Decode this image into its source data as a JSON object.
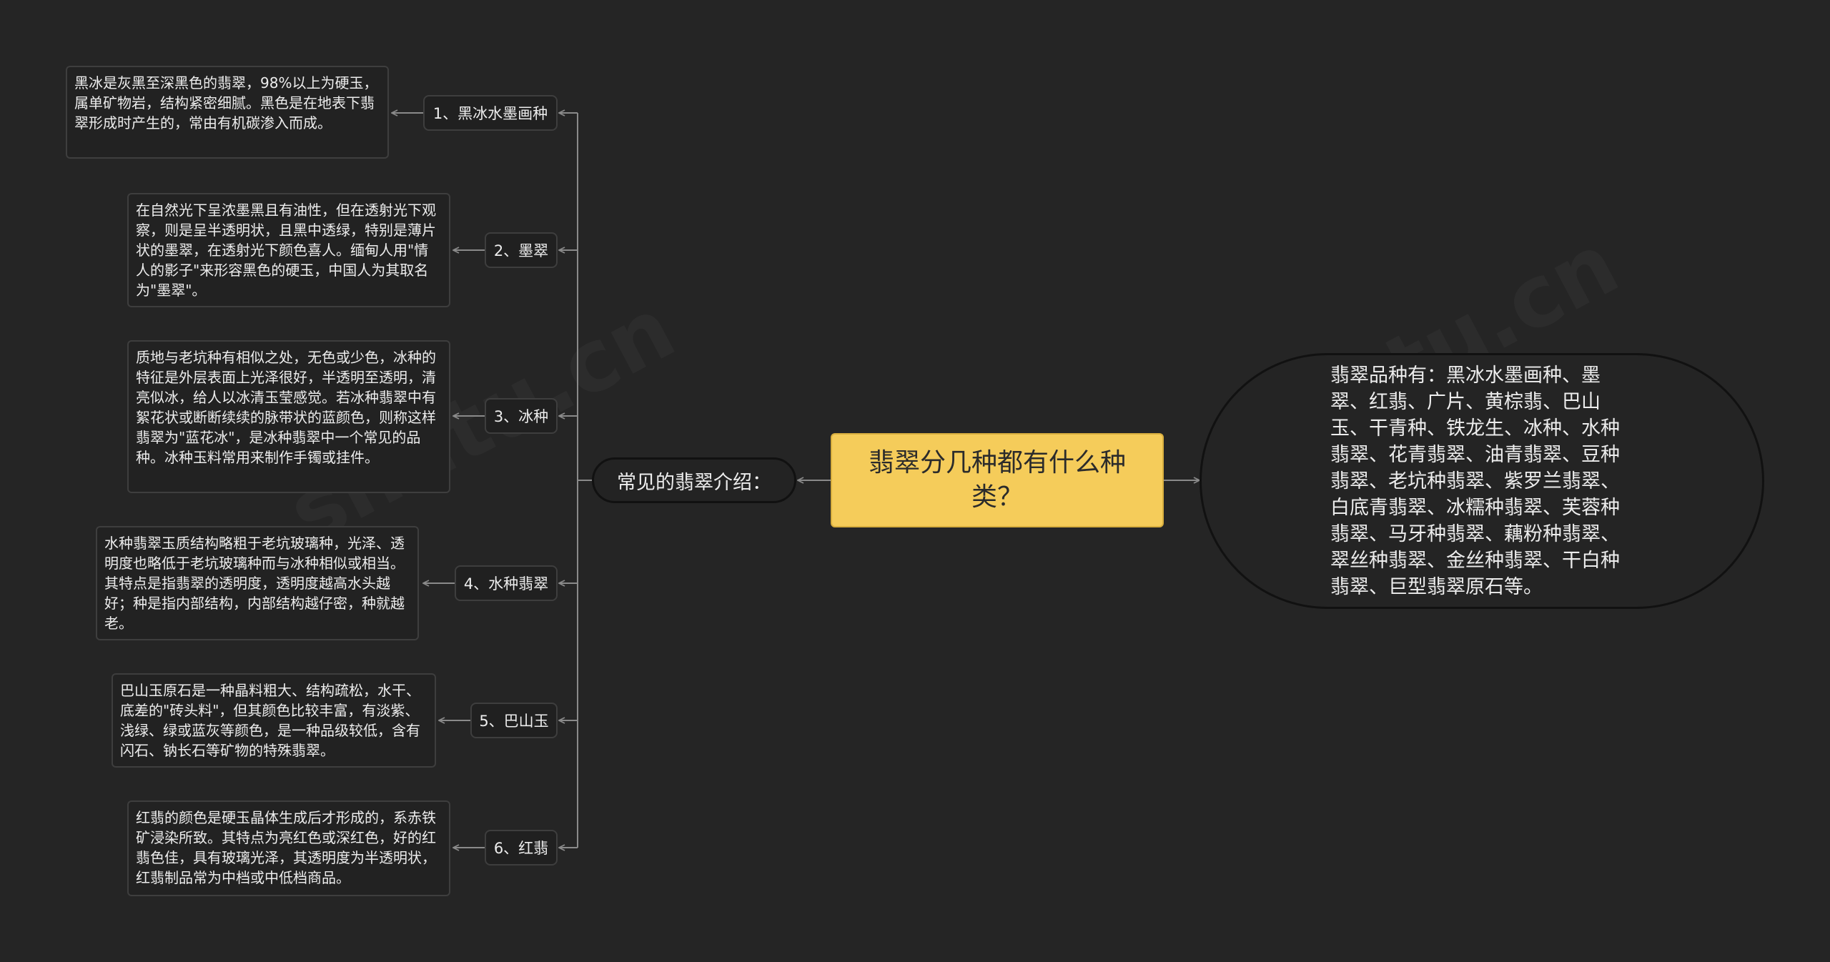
{
  "central_topic": "翡翠分几种都有什么种类？",
  "branch_label": "常见的翡翠介绍：",
  "summary_text": "翡翠品种有：黑冰水墨画种、墨翠、红翡、广片、黄棕翡、巴山玉、干青种、铁龙生、冰种、水种翡翠、花青翡翠、油青翡翠、豆种翡翠、老坑种翡翠、紫罗兰翡翠、白底青翡翠、冰糯种翡翠、芙蓉种翡翠、马牙种翡翠、藕粉种翡翠、翠丝种翡翠、金丝种翡翠、干白种翡翠、巨型翡翠原石等。",
  "topics": [
    {
      "label": "1、黑冰水墨画种",
      "text": "黑冰是灰黑至深黑色的翡翠，98%以上为硬玉，属单矿物岩，结构紧密细腻。黑色是在地表下翡翠形成时产生的，常由有机碳渗入而成。"
    },
    {
      "label": "2、墨翠",
      "text": "在自然光下呈浓墨黑且有油性，但在透射光下观察，则是呈半透明状，且黑中透绿，特别是薄片状的墨翠，在透射光下颜色喜人。缅甸人用\"情人的影子\"来形容黑色的硬玉，中国人为其取名为\"墨翠\"。"
    },
    {
      "label": "3、冰种",
      "text": "质地与老坑种有相似之处，无色或少色，冰种的特征是外层表面上光泽很好，半透明至透明，清亮似冰，给人以冰清玉莹感觉。若冰种翡翠中有絮花状或断断续续的脉带状的蓝颜色，则称这样翡翠为\"蓝花冰\"，是冰种翡翠中一个常见的品种。冰种玉料常用来制作手镯或挂件。"
    },
    {
      "label": "4、水种翡翠",
      "text": "水种翡翠玉质结构略粗于老坑玻璃种，光泽、透明度也略低于老坑玻璃种而与冰种相似或相当。其特点是指翡翠的透明度，透明度越高水头越好；种是指内部结构，内部结构越仔密，种就越老。"
    },
    {
      "label": "5、巴山玉",
      "text": "巴山玉原石是一种晶料粗大、结构疏松，水干、底差的\"砖头料\"，但其颜色比较丰富，有淡紫、浅绿、绿或蓝灰等颜色，是一种品级较低，含有闪石、钠长石等矿物的特殊翡翠。"
    },
    {
      "label": "6、红翡",
      "text": "红翡的颜色是硬玉晶体生成后才形成的，系赤铁矿浸染所致。其特点为亮红色或深红色，好的红翡色佳，具有玻璃光泽，其透明度为半透明状，红翡制品常为中档或中低档商品。"
    }
  ],
  "colors": {
    "background": "#252525",
    "central_fill": "#f5cc5a",
    "connector": "#8a8a8a",
    "text": "#ededed"
  }
}
